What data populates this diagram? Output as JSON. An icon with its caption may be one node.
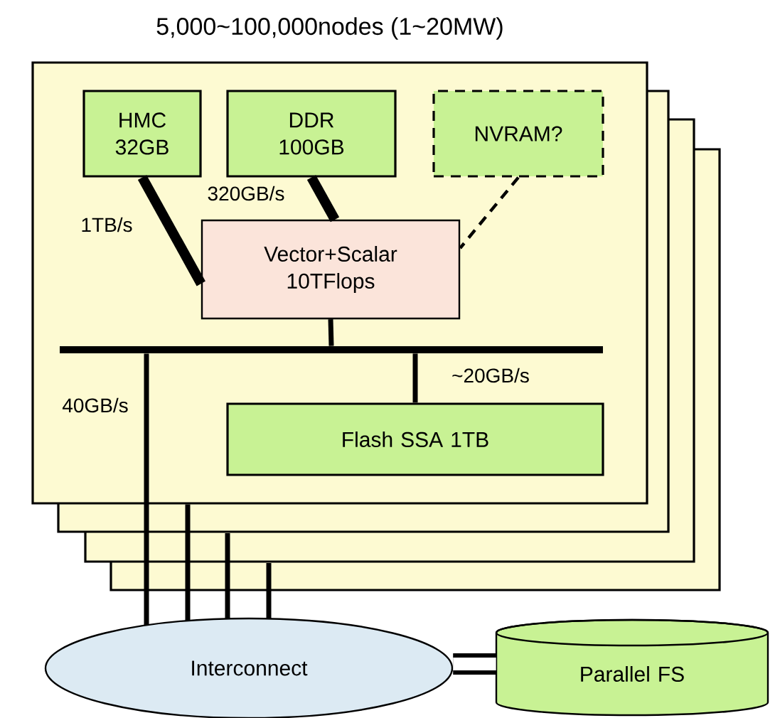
{
  "diagram": {
    "title": "5,000~100,000nodes (1~20MW)",
    "nodes": [
      {
        "text": [],
        "shape": "box"
      },
      {
        "text": [
          "HMC 32GB"
        ],
        "in": 0
      },
      {
        "text": [
          "DDR 100GB"
        ],
        "in": 0
      },
      {
        "text": [
          "NVRAM?"
        ],
        "in": 0
      },
      {
        "text": [
          "Vector+Scalar 10TFlops"
        ],
        "in": 0
      },
      {
        "text": [],
        "shape": "bar",
        "in": 0
      },
      {
        "text": [
          "Flash SSA 1TB"
        ],
        "in": 0
      },
      {
        "text": [
          "Interconnect"
        ]
      },
      {
        "text": [
          "Parallel FS"
        ]
      }
    ],
    "edges": [
      {
        "from": 1,
        "to": 4,
        "arrow": "none",
        "style": "thick",
        "label": "1TB/s"
      },
      {
        "from": 2,
        "to": 4,
        "arrow": "none",
        "style": "thick",
        "label": "320GB/s"
      },
      {
        "from": 3,
        "to": 4,
        "arrow": "none",
        "style": "dashed"
      },
      {
        "from": 4,
        "to": 5,
        "arrow": "none"
      },
      {
        "from": 5,
        "to": 6,
        "arrow": "none",
        "label": "~20GB/s"
      },
      {
        "from": 5,
        "to": 7,
        "arrow": "none",
        "label": "40GB/s"
      },
      {
        "from": 0,
        "to": 7,
        "arrow": "none"
      },
      {
        "from": null,
        "to": 7,
        "arrow": "none"
      },
      {
        "from": null,
        "to": 7,
        "arrow": "none"
      },
      {
        "from": 7,
        "to": 8,
        "arrow": "none",
        "style": "thick"
      }
    ]
  }
}
